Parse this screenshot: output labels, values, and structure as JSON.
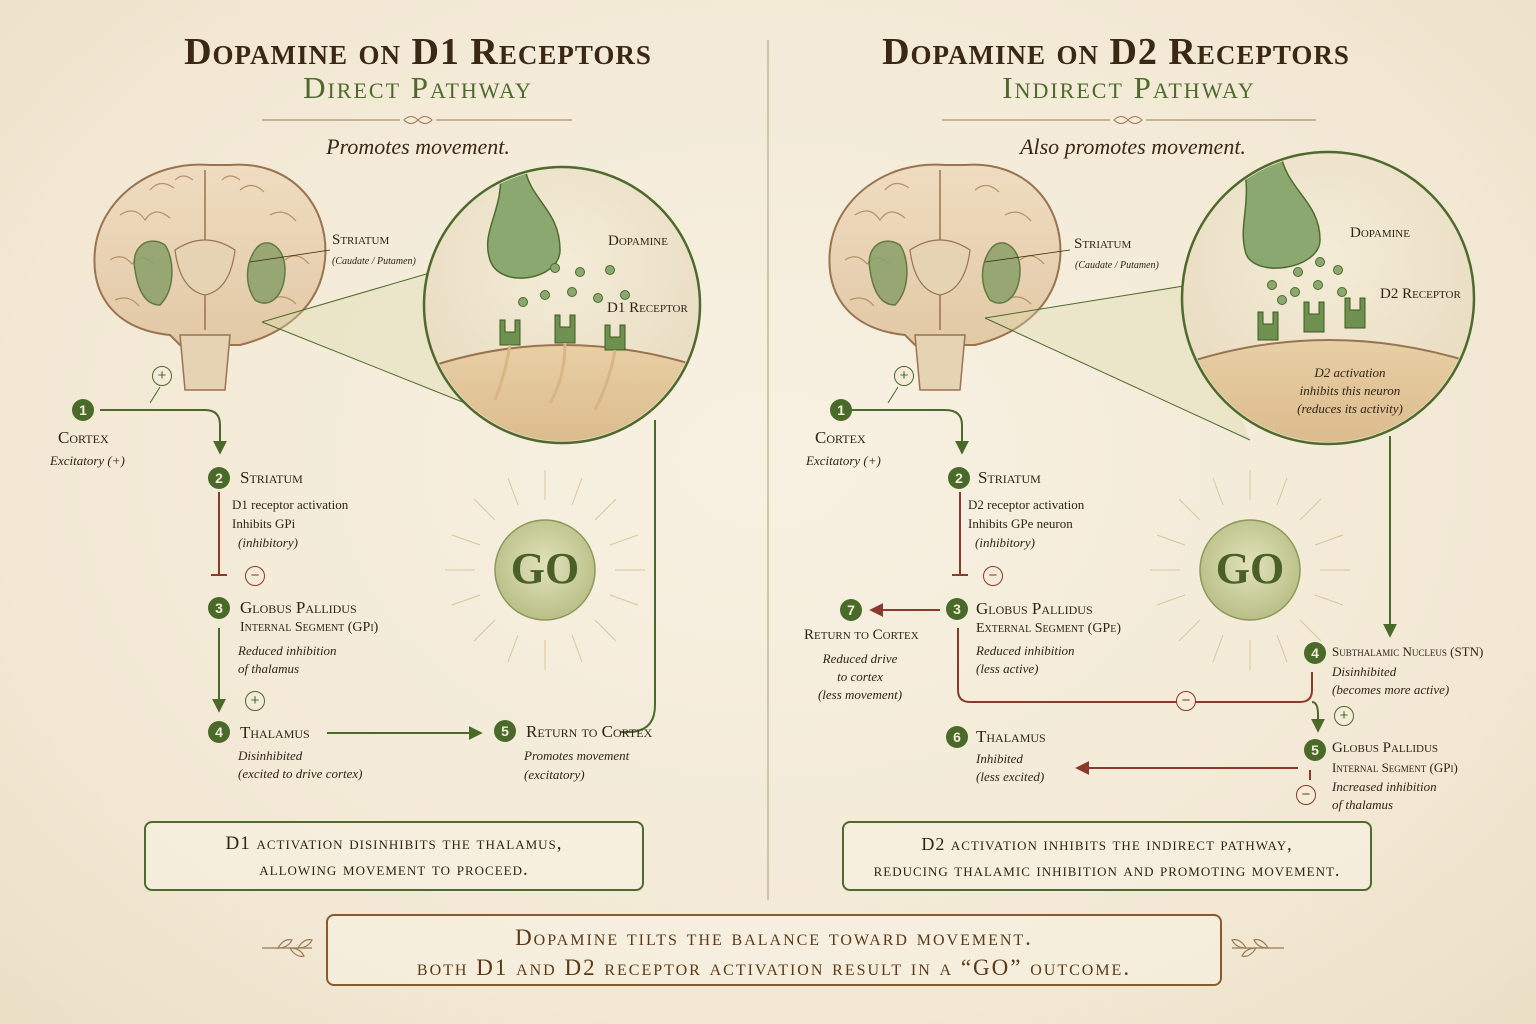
{
  "left": {
    "title": "Dopamine on D1 Receptors",
    "subtitle": "Direct Pathway",
    "tagline": "Promotes movement.",
    "striatum_label": "Striatum",
    "striatum_sub": "(Caudate / Putamen)",
    "dopamine_label": "Dopamine",
    "receptor_label": "D1 Receptor",
    "go": "GO",
    "nodes": {
      "n1": {
        "num": "1",
        "title": "Cortex",
        "l1": "Excitatory (+)"
      },
      "n2": {
        "num": "2",
        "title": "Striatum",
        "l1": "D1 receptor activation",
        "l2": "Inhibits GPi",
        "l3": "(inhibitory)"
      },
      "n3": {
        "num": "3",
        "title": "Globus Pallidus",
        "sub": "Internal Segment (GPi)",
        "l1": "Reduced inhibition",
        "l2": "of thalamus"
      },
      "n4": {
        "num": "4",
        "title": "Thalamus",
        "l1": "Disinhibited",
        "l2": "(excited to drive cortex)"
      },
      "n5": {
        "num": "5",
        "title": "Return to Cortex",
        "l1": "Promotes movement",
        "l2": "(excitatory)"
      }
    },
    "summary_1": "D1 activation disinhibits the thalamus,",
    "summary_2": "allowing movement to proceed."
  },
  "right": {
    "title": "Dopamine on D2 Receptors",
    "subtitle": "Indirect Pathway",
    "tagline": "Also promotes movement.",
    "striatum_label": "Striatum",
    "striatum_sub": "(Caudate / Putamen)",
    "dopamine_label": "Dopamine",
    "receptor_label": "D2 Receptor",
    "neuron_note_1": "D2 activation",
    "neuron_note_2": "inhibits this neuron",
    "neuron_note_3": "(reduces its activity)",
    "go": "GO",
    "nodes": {
      "n1": {
        "num": "1",
        "title": "Cortex",
        "l1": "Excitatory (+)"
      },
      "n2": {
        "num": "2",
        "title": "Striatum",
        "l1": "D2 receptor activation",
        "l2": "Inhibits GPe neuron",
        "l3": "(inhibitory)"
      },
      "n3": {
        "num": "3",
        "title": "Globus Pallidus",
        "sub": "External Segment (GPe)",
        "l1": "Reduced inhibition",
        "l2": "(less active)"
      },
      "n4": {
        "num": "4",
        "title": "Subthalamic Nucleus (STN)",
        "l1": "Disinhibited",
        "l2": "(becomes more active)"
      },
      "n5": {
        "num": "5",
        "title": "Globus Pallidus",
        "sub": "Internal Segment (GPi)",
        "l1": "Increased inhibition",
        "l2": "of thalamus"
      },
      "n6": {
        "num": "6",
        "title": "Thalamus",
        "l1": "Inhibited",
        "l2": "(less excited)"
      },
      "n7": {
        "num": "7",
        "title": "Return to Cortex",
        "l1": "Reduced drive",
        "l2": "to cortex",
        "l3": "(less movement)"
      }
    },
    "summary_1": "D2 activation inhibits the indirect pathway,",
    "summary_2": "reducing thalamic inhibition and promoting movement."
  },
  "signs": {
    "plus": "+",
    "minus": "−"
  },
  "bottom_1": "Dopamine tilts the balance toward movement.",
  "bottom_2": "both D1 and D2 receptor activation result in a “GO” outcome.",
  "colors": {
    "green": "#4a6a2a",
    "red": "#8a3a2a",
    "brown": "#8a5a2a",
    "paper": "#f3ead8"
  }
}
